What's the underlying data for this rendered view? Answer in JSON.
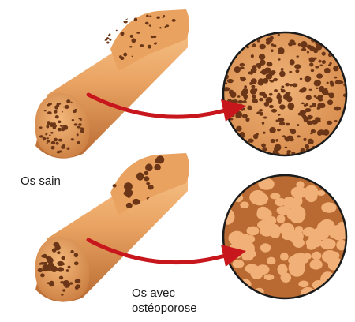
{
  "labels": {
    "healthy": "Os sain",
    "osteo_line1": "Os avec",
    "osteo_line2": "ostéoporose"
  },
  "colors": {
    "bone_light": "#f2b276",
    "bone_mid": "#e39a5a",
    "bone_dark": "#b86a32",
    "bone_shadow": "#8a4a22",
    "pore": "#6b3617",
    "arrow": "#c8161d",
    "circle_outline": "#1b1b1b"
  },
  "panels": [
    {
      "name": "healthy-bone",
      "icon": "bone-cylinder-icon",
      "porosity": "fine"
    },
    {
      "name": "osteoporotic-bone",
      "icon": "bone-cylinder-icon",
      "porosity": "coarse"
    }
  ]
}
